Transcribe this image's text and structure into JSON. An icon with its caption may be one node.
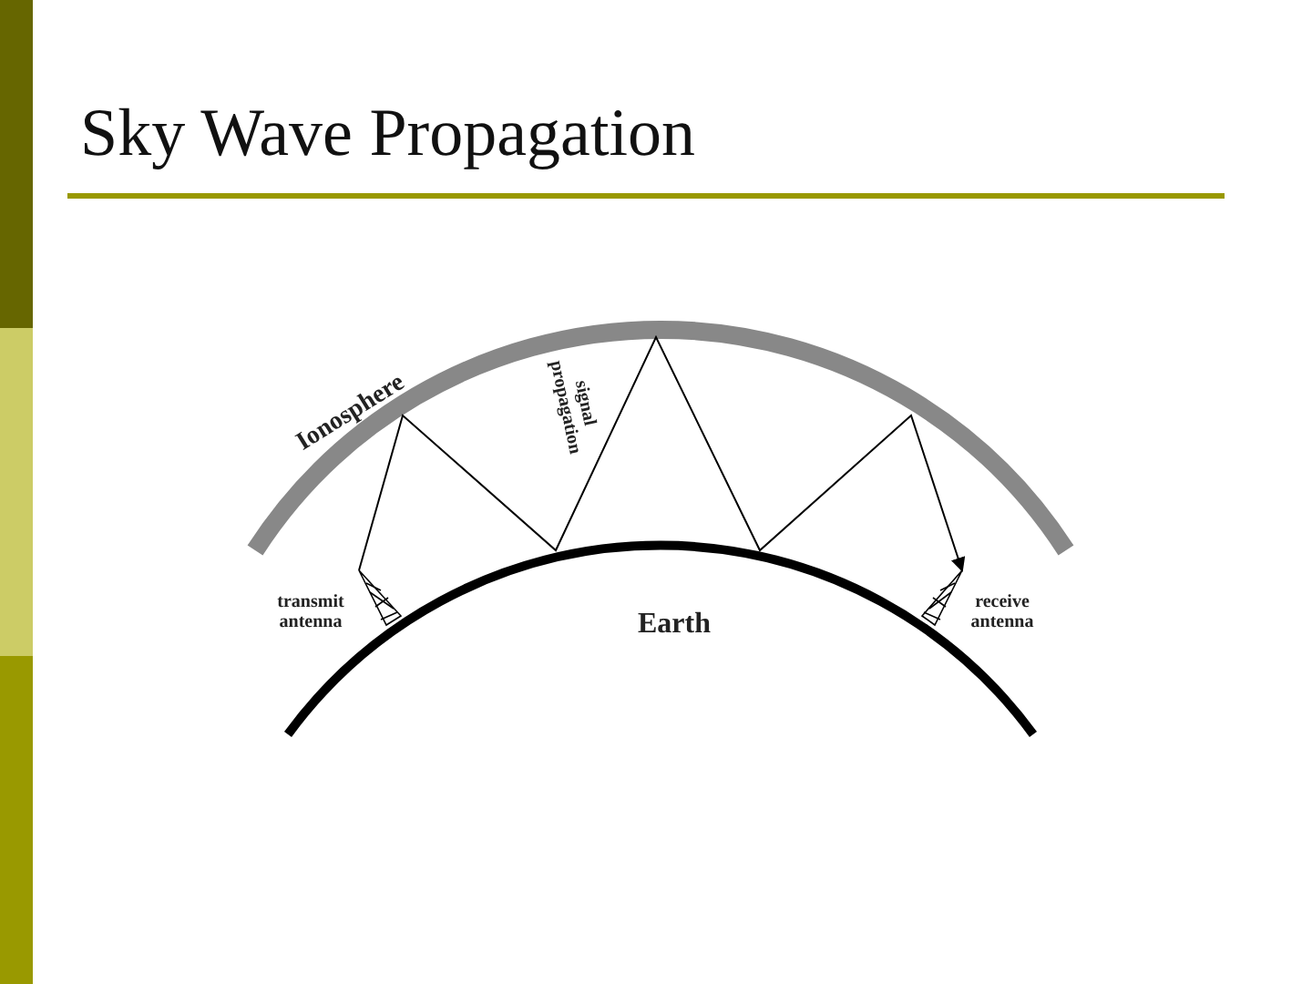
{
  "diagram": {
    "title": "Sky Wave Propagation",
    "nodes": [
      {
        "text": [],
        "shape": "antenna",
        "beside": [
          "transmit antenna"
        ]
      },
      {
        "text": [],
        "shape": "antenna",
        "beside": [
          "receive antenna"
        ]
      }
    ],
    "edges": [
      {
        "from": 0,
        "to": 1,
        "arrow": "to",
        "label": "signal propagation"
      }
    ],
    "labels": [
      "Ionosphere",
      "Earth"
    ]
  }
}
